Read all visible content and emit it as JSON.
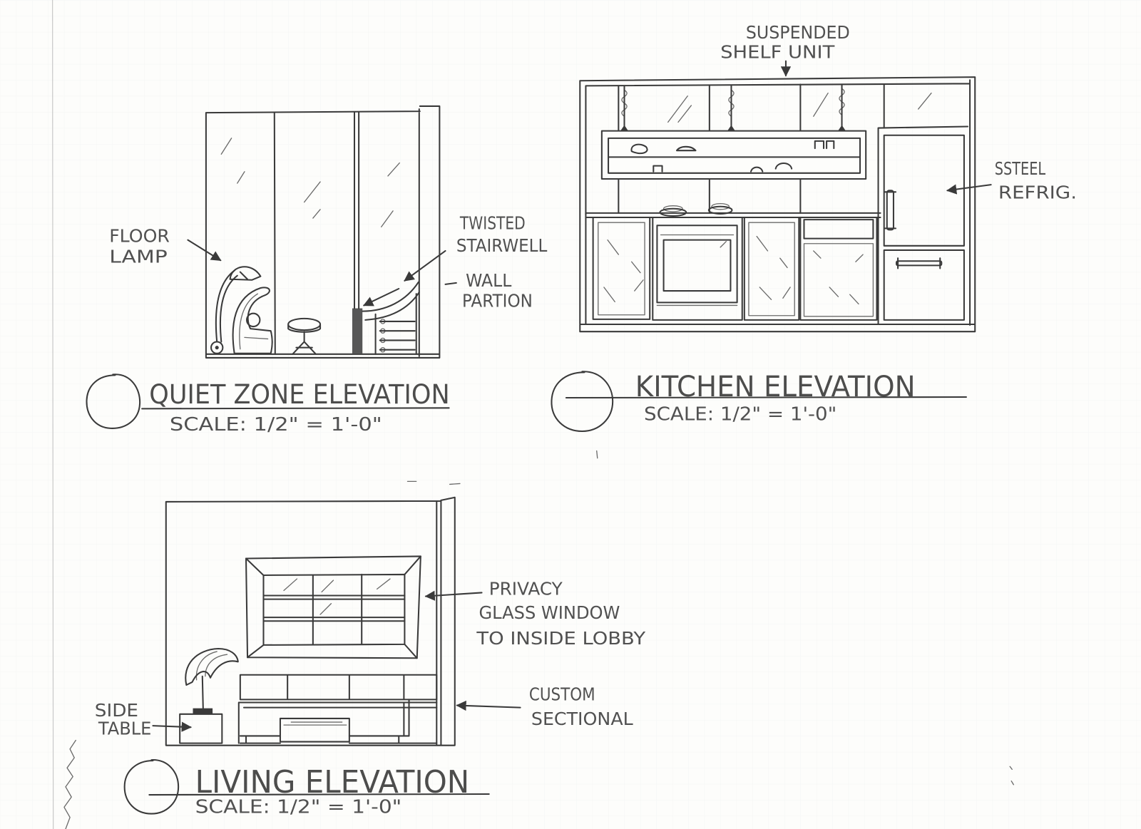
{
  "colors": {
    "pencil": "#3a3a3a",
    "paper": "#fdfdfb",
    "grid": "#eef0ef",
    "margin": "#c9c9c9"
  },
  "quiet_zone": {
    "title": "QUIET ZONE ELEVATION",
    "scale": "SCALE: 1/2\" = 1'-0\"",
    "floor_lamp_label": [
      "FLOOR",
      "LAMP"
    ],
    "stairwell_label": [
      "TWISTED",
      "STAIRWELL"
    ],
    "wall_label": [
      "WALL",
      "PARTION"
    ]
  },
  "kitchen": {
    "title": "KITCHEN ELEVATION",
    "scale": "SCALE: 1/2\" = 1'-0\"",
    "shelf_label": [
      "SUSPENDED",
      "SHELF UNIT"
    ],
    "refrig_label": [
      "SSTEEL",
      "REFRIG."
    ]
  },
  "living": {
    "title": "LIVING ELEVATION",
    "scale": "SCALE: 1/2\" = 1'-0\"",
    "window_label": [
      "PRIVACY",
      "GLASS WINDOW",
      "TO INSIDE LOBBY"
    ],
    "sectional_label": [
      "CUSTOM",
      "SECTIONAL"
    ],
    "side_table_label": [
      "SIDE",
      "TABLE"
    ]
  }
}
